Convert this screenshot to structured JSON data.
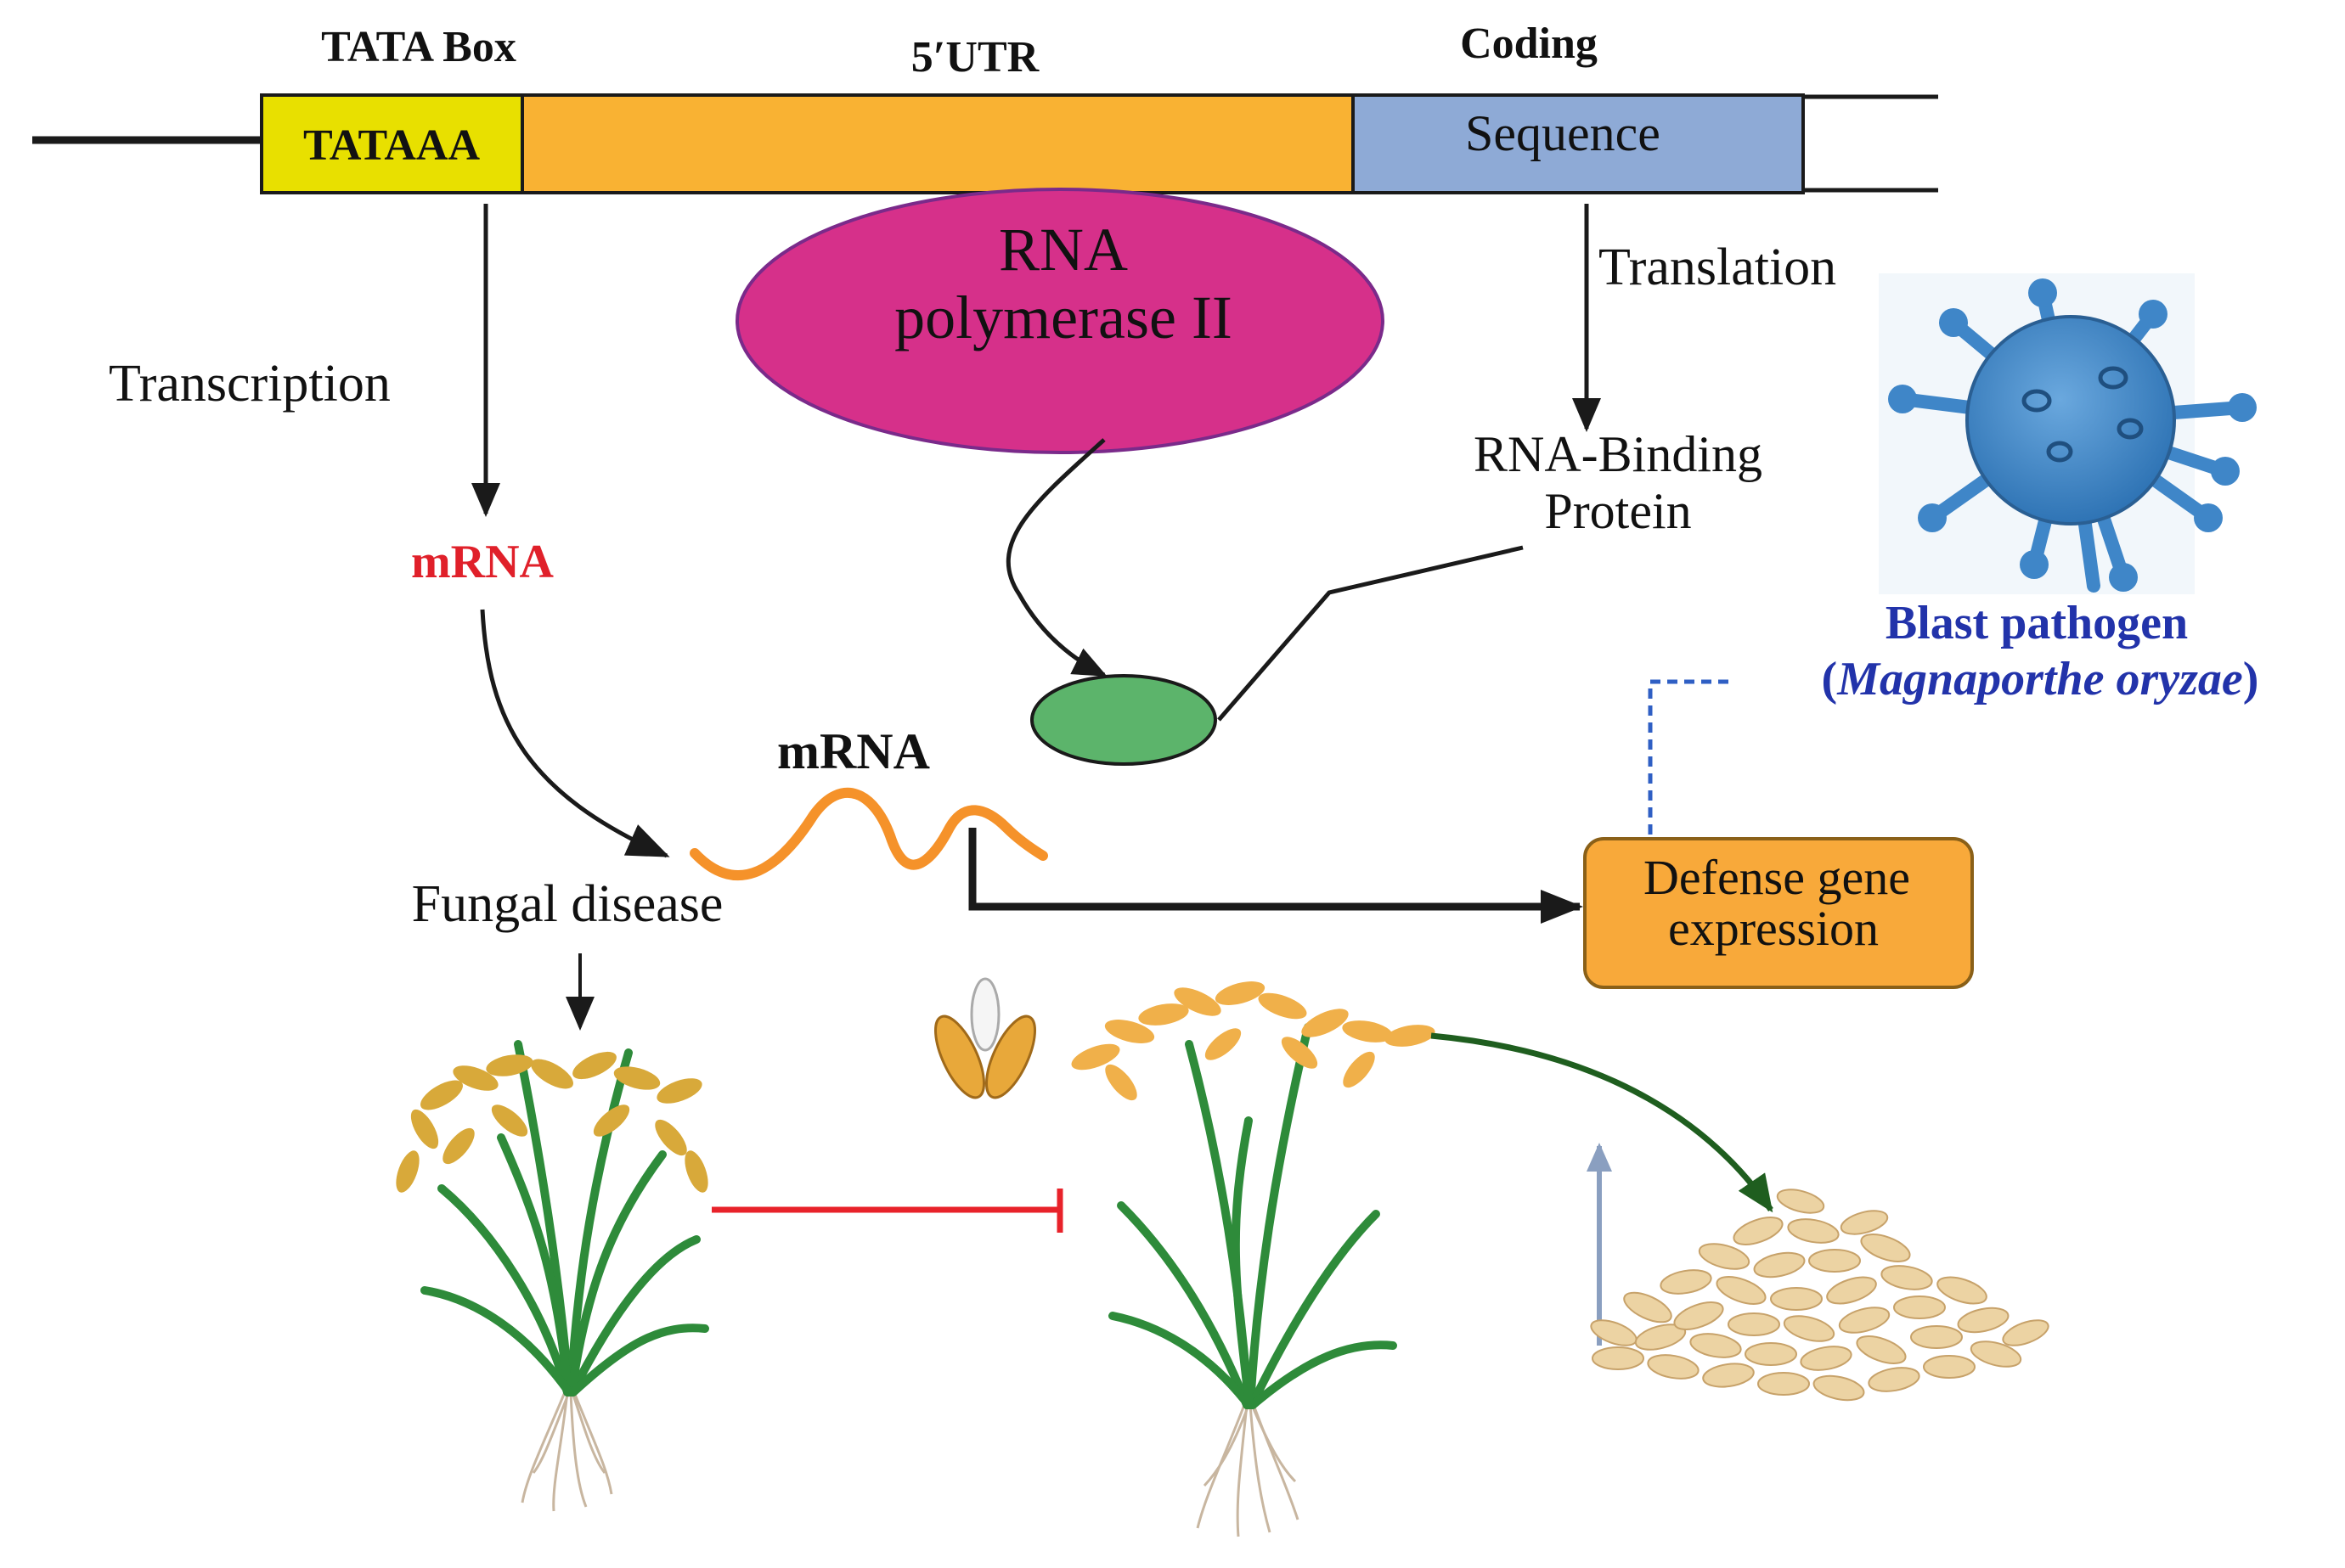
{
  "gene": {
    "tata_box_label": "TATA Box",
    "tata_sequence": "TATAAA",
    "utr_label": "5′UTR",
    "coding_label": "Coding",
    "sequence_label": "Sequence"
  },
  "rna_polymerase": {
    "line1": "RNA",
    "line2": "polymerase II"
  },
  "processes": {
    "transcription": "Transcription",
    "translation": "Translation"
  },
  "rna_binding_protein": {
    "line1": "RNA-Binding",
    "line2": "Protein"
  },
  "mrna": {
    "label_red": "mRNA",
    "label_strand": "mRNA"
  },
  "pathogen": {
    "name": "Blast pathogen",
    "open_paren": "(",
    "species": "Magnaporthe oryzae",
    "close_paren": ")"
  },
  "defense": {
    "line1": "Defense gene",
    "line2": "expression"
  },
  "disease": {
    "label": "Fungal disease"
  },
  "colors": {
    "tata_fill": "#e8e000",
    "utr_fill": "#f9b233",
    "coding_fill": "#8eaad6",
    "polymerase_fill": "#d6308a",
    "protein_fill": "#5cb46b",
    "mrna_red": "#e0202a",
    "mrna_strand": "#f5922a",
    "pathogen_blue": "#2233aa",
    "virus_blue": "#3f86c8",
    "defense_fill": "#f8a93a",
    "inhibit_red": "#e8222a",
    "yield_arrow": "#8a9fc0",
    "green_arrow": "#1f5e1f"
  },
  "icons": [
    "rice-plant-diseased-icon",
    "rice-plant-healthy-icon",
    "rice-grain-icon",
    "grain-pile-icon",
    "fungus-virus-icon"
  ]
}
